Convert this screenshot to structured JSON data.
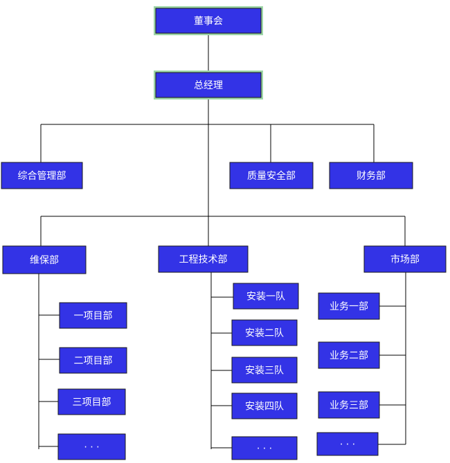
{
  "colors": {
    "box_fill": "#3333e6",
    "top_border": "#9ed6a8",
    "line": "#000000",
    "text": "#ffffff"
  },
  "nodes": {
    "board": "董事会",
    "gm": "总经理",
    "general_mgmt": "综合管理部",
    "quality_safety": "质量安全部",
    "finance": "财务部",
    "maintenance": "维保部",
    "engineering": "工程技术部",
    "market": "市场部",
    "proj1": "一项目部",
    "proj2": "二项目部",
    "proj3": "三项目部",
    "proj_more": "· · ·",
    "team1": "安装一队",
    "team2": "安装二队",
    "team3": "安装三队",
    "team4": "安装四队",
    "team_more": "· · ·",
    "biz1": "业务一部",
    "biz2": "业务二部",
    "biz3": "业务三部",
    "biz_more": "· · ·"
  }
}
